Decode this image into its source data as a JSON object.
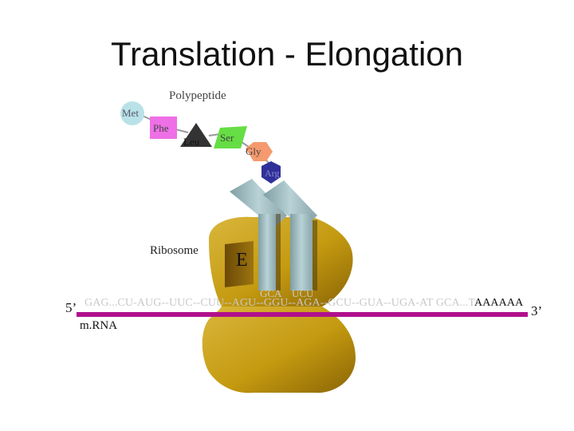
{
  "title": "Translation - Elongation",
  "polypeptide_label": "Polypeptide",
  "amino_acids": [
    {
      "name": "Met",
      "color": "#b9e2e8"
    },
    {
      "name": "Phe",
      "color": "#ee6fe6"
    },
    {
      "name": "Leu",
      "color": "#333333"
    },
    {
      "name": "Ser",
      "color": "#66dd44"
    },
    {
      "name": "Gly",
      "color": "#f59a6e"
    },
    {
      "name": "Arg",
      "color": "#30309a"
    }
  ],
  "ribosome_label": "Ribosome",
  "e_site_label": "E",
  "anticodons": [
    "GCA",
    "UCU"
  ],
  "mrna": {
    "five_prime": "5’",
    "sequence": "GAG...CU-AUG--UUC--CUU--AGU--GGU--AGA--GCU--GUA--UGA-AT GCA...T",
    "tail": "AAAAAA",
    "three_prime": "3’",
    "label": "m.RNA"
  },
  "colors": {
    "ribosome": "#c49a10",
    "mrna_line": "#b0108c",
    "trna": "#a8c4c8"
  }
}
